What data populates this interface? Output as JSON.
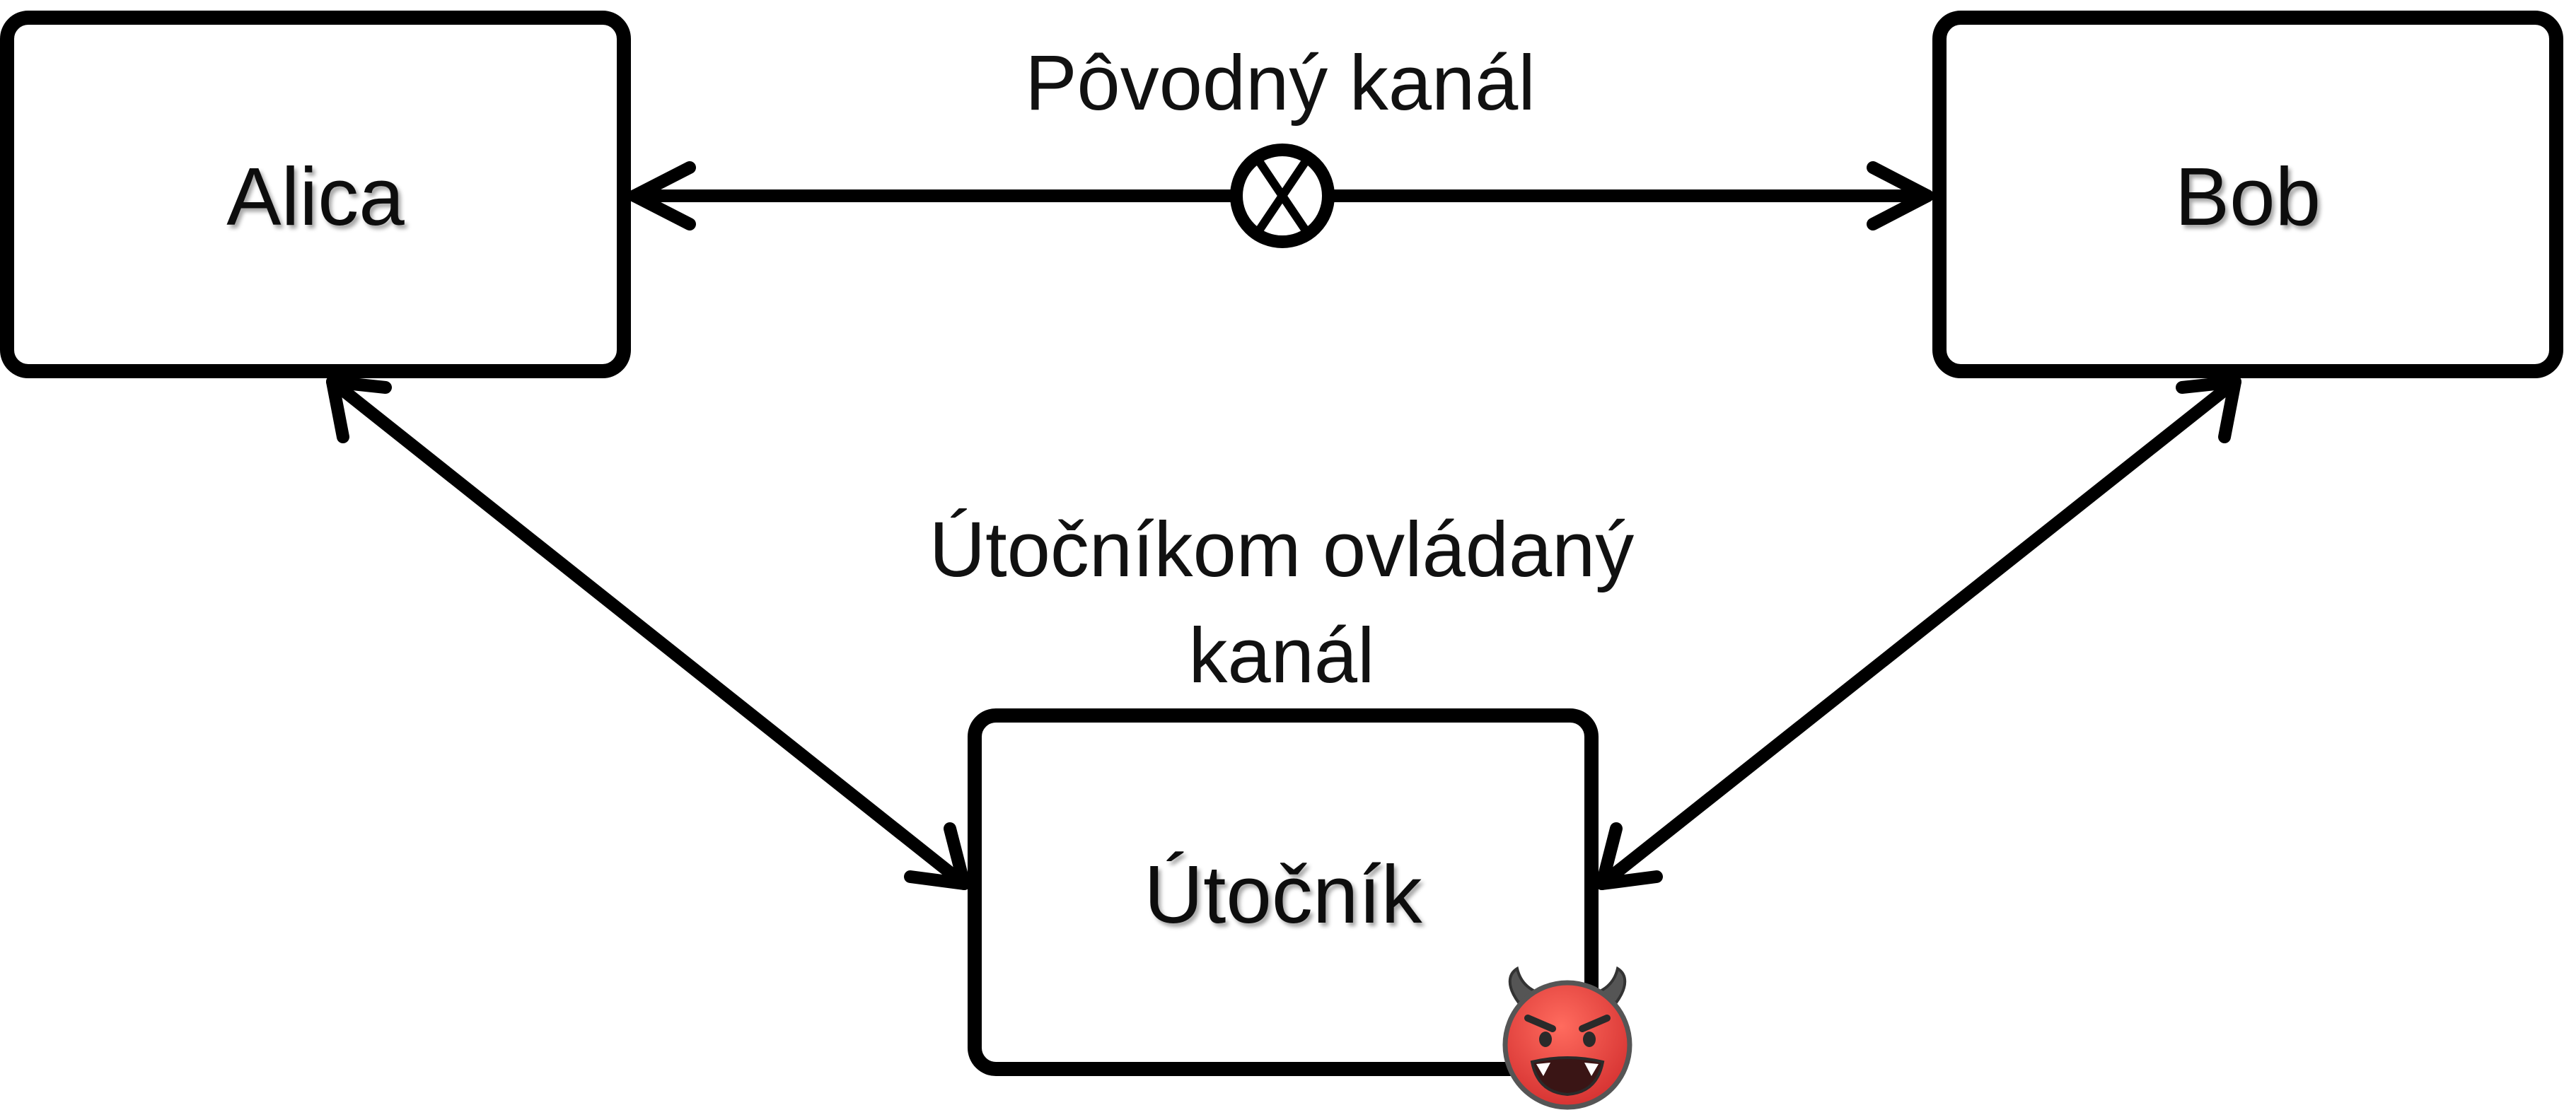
{
  "nodes": {
    "alice": "Alica",
    "bob": "Bob",
    "attacker": "Útočník"
  },
  "edges": {
    "original_channel": "Pôvodný kanál",
    "attacker_channel_line1": "Útočníkom ovládaný",
    "attacker_channel_line2": "kanál"
  },
  "icons": {
    "blocked": "blocked-channel-icon",
    "devil": "devil-face-icon"
  },
  "colors": {
    "stroke": "#000000",
    "devil_face": "#e53935",
    "devil_horns": "#555555"
  }
}
